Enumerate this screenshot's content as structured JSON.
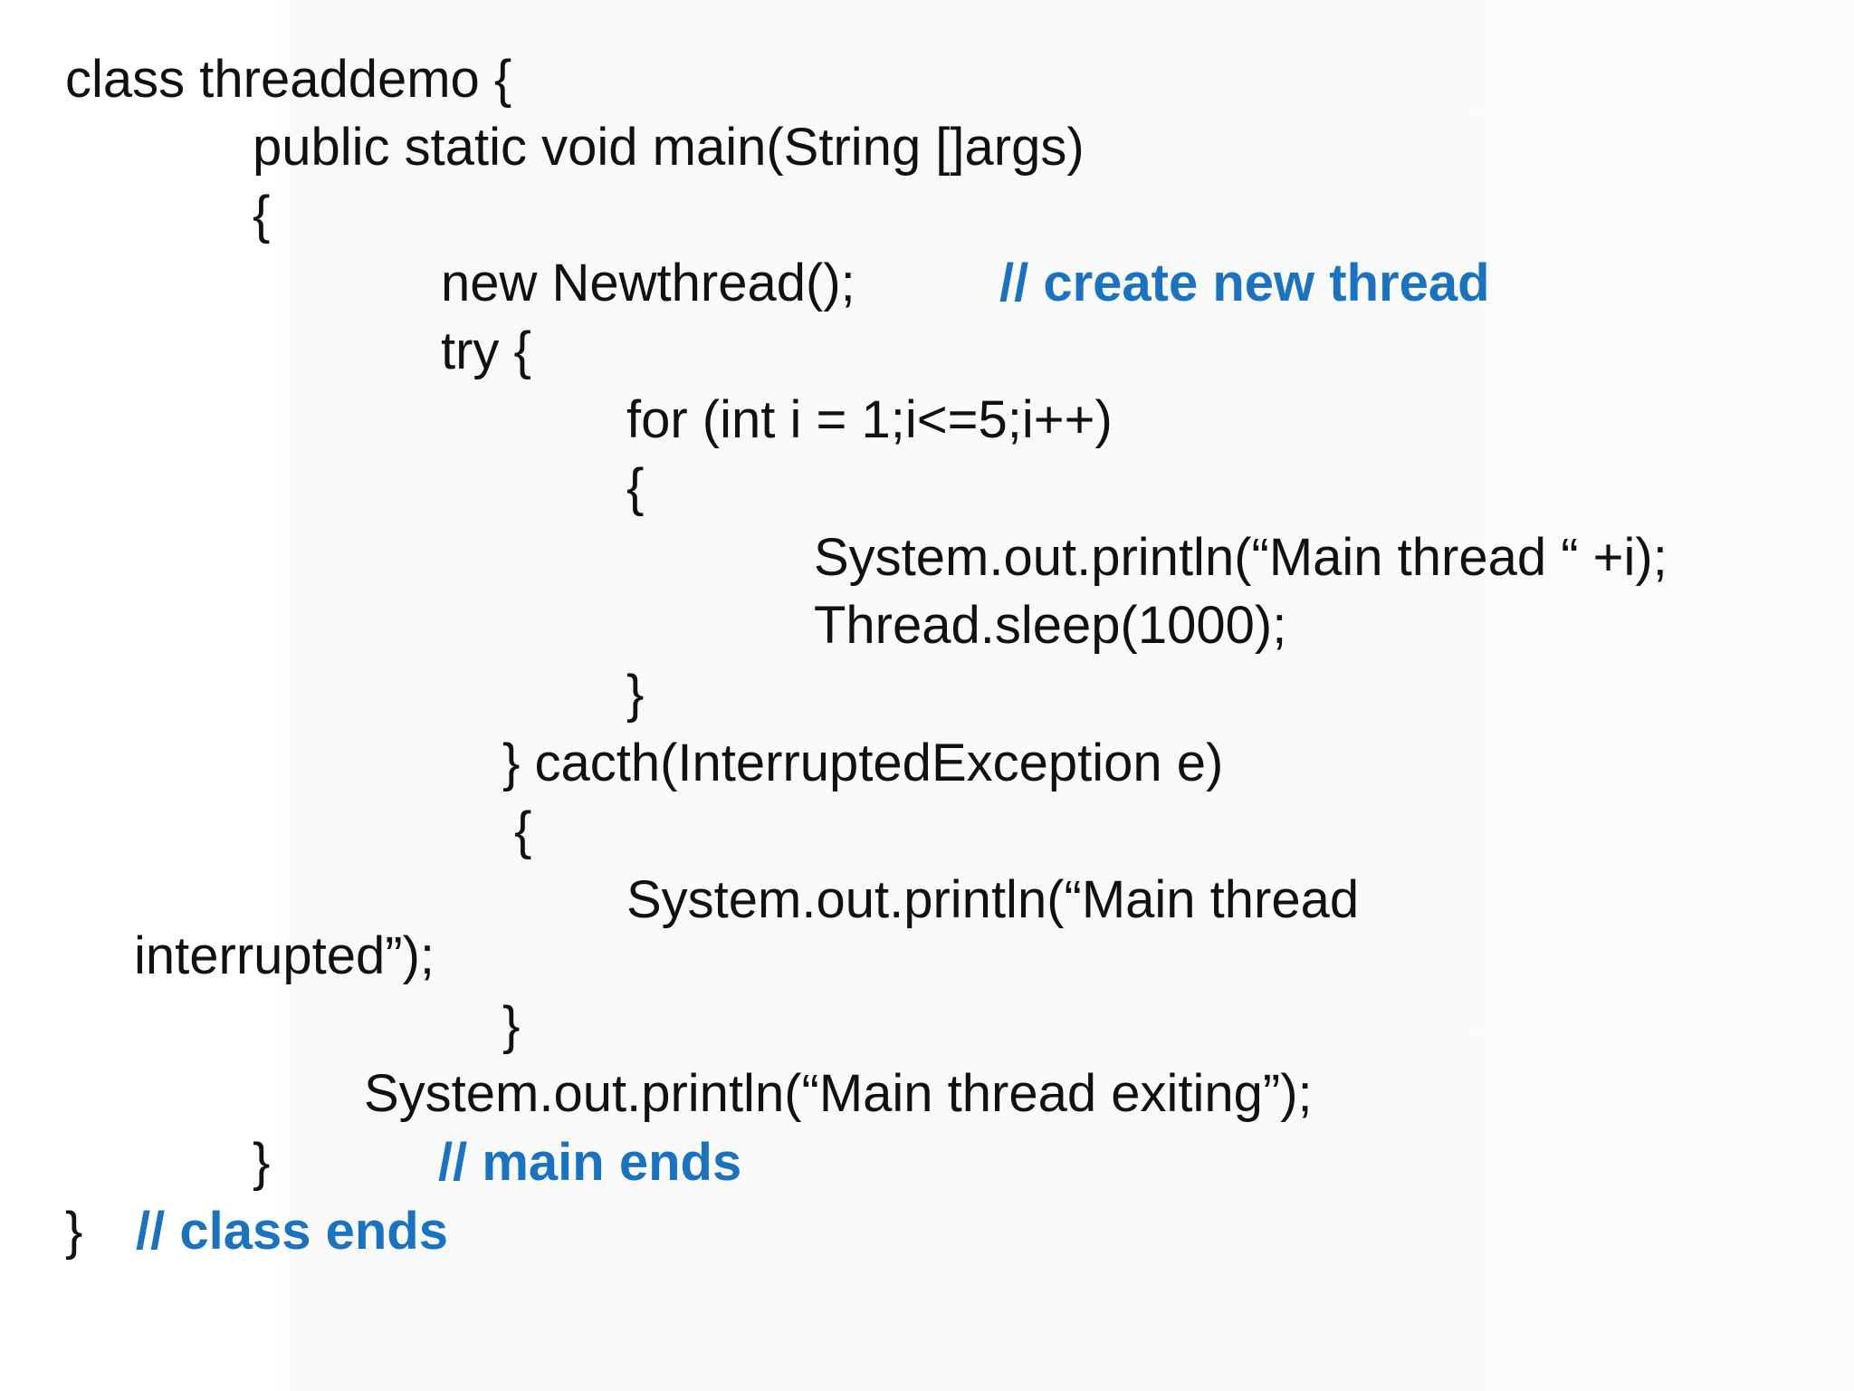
{
  "colors": {
    "code": "#111111",
    "comment": "#1a73c0",
    "background": "#ffffff"
  },
  "code_lines": {
    "l1": "class threaddemo {",
    "l2": "public static void main(String []args)",
    "l3": "{",
    "l4_code": "new Newthread();",
    "l4_comment": "// create new thread",
    "l5": "try {",
    "l6": "for (int i = 1;i<=5;i++)",
    "l7": "{",
    "l8": "System.out.println(“Main thread “ +i);",
    "l9": "Thread.sleep(1000);",
    "l10": "}",
    "l11": "} cacth(InterruptedException e)",
    "l12": "{",
    "l13": "System.out.println(“Main thread",
    "l14": "interrupted”);",
    "l15": "}",
    "l16": "System.out.println(“Main thread exiting”);",
    "l17_code": "}",
    "l17_comment": "// main ends",
    "l18_code": "}",
    "l18_comment": "// class ends"
  }
}
